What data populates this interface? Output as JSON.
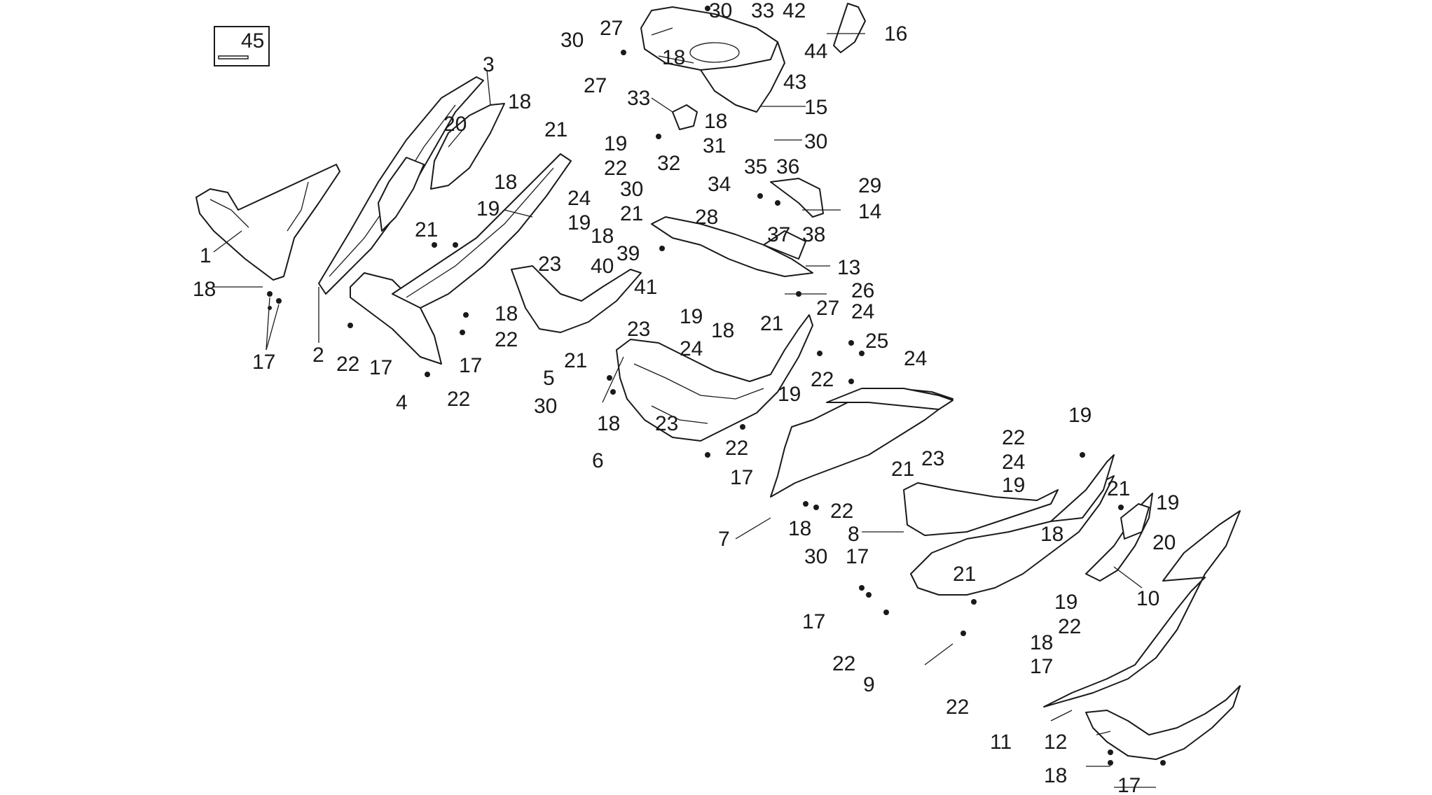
{
  "reference_box": {
    "number": "45"
  },
  "labels": [
    {
      "id": "l45",
      "text": "45"
    },
    {
      "id": "l1",
      "text": "1"
    },
    {
      "id": "l18a",
      "text": "18"
    },
    {
      "id": "l17a",
      "text": "17"
    },
    {
      "id": "l2",
      "text": "2"
    },
    {
      "id": "l3",
      "text": "3"
    },
    {
      "id": "l20a",
      "text": "20"
    },
    {
      "id": "l18b",
      "text": "18"
    },
    {
      "id": "l18c",
      "text": "18"
    },
    {
      "id": "l19a",
      "text": "19"
    },
    {
      "id": "l21a",
      "text": "21"
    },
    {
      "id": "l19b",
      "text": "19"
    },
    {
      "id": "l22a",
      "text": "22"
    },
    {
      "id": "l24a",
      "text": "24"
    },
    {
      "id": "l19c",
      "text": "19"
    },
    {
      "id": "l21b",
      "text": "21"
    },
    {
      "id": "l23a",
      "text": "23"
    },
    {
      "id": "l18d",
      "text": "18"
    },
    {
      "id": "l22b",
      "text": "22"
    },
    {
      "id": "l17b",
      "text": "17"
    },
    {
      "id": "l22c",
      "text": "22"
    },
    {
      "id": "l17c",
      "text": "17"
    },
    {
      "id": "l4",
      "text": "4"
    },
    {
      "id": "l22d",
      "text": "22"
    },
    {
      "id": "l5",
      "text": "5"
    },
    {
      "id": "l21c",
      "text": "21"
    },
    {
      "id": "l30a",
      "text": "30"
    },
    {
      "id": "l18e",
      "text": "18"
    },
    {
      "id": "l6",
      "text": "6"
    },
    {
      "id": "l23b",
      "text": "23"
    },
    {
      "id": "l23c",
      "text": "23"
    },
    {
      "id": "l24b",
      "text": "24"
    },
    {
      "id": "l22e",
      "text": "22"
    },
    {
      "id": "l17d",
      "text": "17"
    },
    {
      "id": "l19d",
      "text": "19"
    },
    {
      "id": "l30b",
      "text": "30"
    },
    {
      "id": "l27a",
      "text": "27"
    },
    {
      "id": "l30c",
      "text": "30"
    },
    {
      "id": "l18f",
      "text": "18"
    },
    {
      "id": "l27b",
      "text": "27"
    },
    {
      "id": "l33a",
      "text": "33"
    },
    {
      "id": "l31",
      "text": "31"
    },
    {
      "id": "l32",
      "text": "32"
    },
    {
      "id": "l33b",
      "text": "33"
    },
    {
      "id": "l42",
      "text": "42"
    },
    {
      "id": "l44",
      "text": "44"
    },
    {
      "id": "l43",
      "text": "43"
    },
    {
      "id": "l16",
      "text": "16"
    },
    {
      "id": "l15",
      "text": "15"
    },
    {
      "id": "l18g",
      "text": "18"
    },
    {
      "id": "l30d",
      "text": "30"
    },
    {
      "id": "l30e",
      "text": "30"
    },
    {
      "id": "l21d",
      "text": "21"
    },
    {
      "id": "l18h",
      "text": "18"
    },
    {
      "id": "l39",
      "text": "39"
    },
    {
      "id": "l40",
      "text": "40"
    },
    {
      "id": "l41",
      "text": "41"
    },
    {
      "id": "l28",
      "text": "28"
    },
    {
      "id": "l19e",
      "text": "19"
    },
    {
      "id": "l18i",
      "text": "18"
    },
    {
      "id": "l34",
      "text": "34"
    },
    {
      "id": "l35",
      "text": "35"
    },
    {
      "id": "l36",
      "text": "36"
    },
    {
      "id": "l29",
      "text": "29"
    },
    {
      "id": "l14",
      "text": "14"
    },
    {
      "id": "l37",
      "text": "37"
    },
    {
      "id": "l38",
      "text": "38"
    },
    {
      "id": "l13",
      "text": "13"
    },
    {
      "id": "l26",
      "text": "26"
    },
    {
      "id": "l27c",
      "text": "27"
    },
    {
      "id": "l24c",
      "text": "24"
    },
    {
      "id": "l21e",
      "text": "21"
    },
    {
      "id": "l25",
      "text": "25"
    },
    {
      "id": "l24d",
      "text": "24"
    },
    {
      "id": "l22f",
      "text": "22"
    },
    {
      "id": "l7",
      "text": "7"
    },
    {
      "id": "l18j",
      "text": "18"
    },
    {
      "id": "l30f",
      "text": "30"
    },
    {
      "id": "l22g",
      "text": "22"
    },
    {
      "id": "l21f",
      "text": "21"
    },
    {
      "id": "l23d",
      "text": "23"
    },
    {
      "id": "l8",
      "text": "8"
    },
    {
      "id": "l17e",
      "text": "17"
    },
    {
      "id": "l21g",
      "text": "21"
    },
    {
      "id": "l17f",
      "text": "17"
    },
    {
      "id": "l22h",
      "text": "22"
    },
    {
      "id": "l9",
      "text": "9"
    },
    {
      "id": "l18k",
      "text": "18"
    },
    {
      "id": "l17g",
      "text": "17"
    },
    {
      "id": "l22i",
      "text": "22"
    },
    {
      "id": "l22j",
      "text": "22"
    },
    {
      "id": "l19f",
      "text": "19"
    },
    {
      "id": "l22k",
      "text": "22"
    },
    {
      "id": "l24e",
      "text": "24"
    },
    {
      "id": "l19g",
      "text": "19"
    },
    {
      "id": "l21h",
      "text": "21"
    },
    {
      "id": "l19h",
      "text": "19"
    },
    {
      "id": "l18l",
      "text": "18"
    },
    {
      "id": "l20b",
      "text": "20"
    },
    {
      "id": "l19i",
      "text": "19"
    },
    {
      "id": "l10",
      "text": "10"
    },
    {
      "id": "l11",
      "text": "11"
    },
    {
      "id": "l12",
      "text": "12"
    },
    {
      "id": "l18m",
      "text": "18"
    },
    {
      "id": "l17h",
      "text": "17"
    }
  ],
  "colors": {
    "line": "#1a1a1a",
    "background": "#ffffff"
  }
}
